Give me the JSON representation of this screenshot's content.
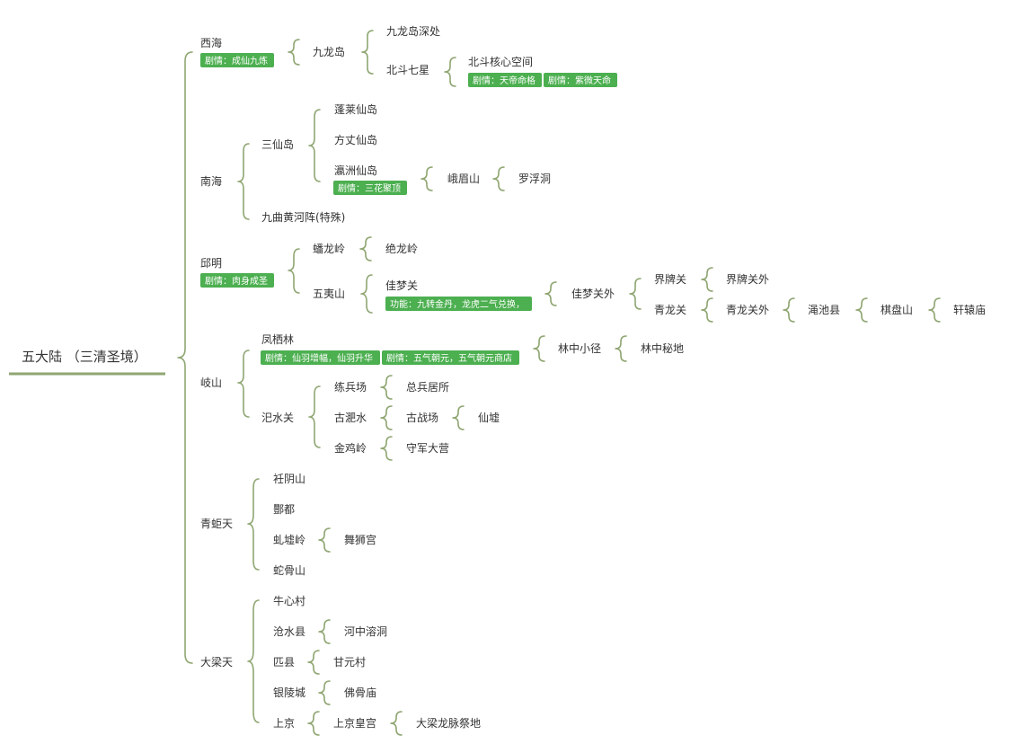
{
  "colors": {
    "connector": "#8fa672",
    "badge": "#4caf50",
    "text": "#333333"
  },
  "nodes": {
    "root": "五大陆 （三清圣境）",
    "xihai": "西海",
    "jiulongdao": "九龙岛",
    "jiulongdao_shenchu": "九龙岛深处",
    "beidou_qixing": "北斗七星",
    "beidou_hexin": "北斗核心空间",
    "nanhai": "南海",
    "sanxiandao": "三仙岛",
    "penglai": "蓬莱仙岛",
    "fangzhang": "方丈仙岛",
    "yingzhou": "瀛洲仙岛",
    "emeishan": "峨眉山",
    "luofudong": "罗浮洞",
    "jiuqu": "九曲黄河阵(特殊)",
    "qiming": "邱明",
    "panlongling": "蟠龙岭",
    "juelongling": "绝龙岭",
    "wuyishan": "五夷山",
    "jiamengguan": "佳梦关",
    "jiamengguan_wai": "佳梦关外",
    "jiepaiguan": "界牌关",
    "jiepaiguan_wai": "界牌关外",
    "qinglongguan": "青龙关",
    "qinglongguan_wai": "青龙关外",
    "mianchixian": "渑池县",
    "qipanshan": "棋盘山",
    "xuanyuanmiao": "轩辕庙",
    "qishan": "岐山",
    "fengqilin": "凤栖林",
    "linzhong_xiaojing": "林中小径",
    "linzhong_midi": "林中秘地",
    "sishuiguan": "汜水关",
    "lianbingchang": "练兵场",
    "zongbing_jusuo": "总兵居所",
    "gufeishui": "古淝水",
    "guzhanchang": "古战场",
    "xianxu": "仙墟",
    "jinjiling": "金鸡岭",
    "shoujun_daying": "守军大营",
    "qingzhitian": "青蚷天",
    "qiyinshan": "衽阴山",
    "fengdu": "酆都",
    "qiuxuling": "虬墟岭",
    "wushigong": "舞狮宫",
    "shegushan": "蛇骨山",
    "daliangtian": "大梁天",
    "niuxincun": "牛心村",
    "cangshuixian": "沧水县",
    "hezhong_rongdong": "河中溶洞",
    "pixian": "匹县",
    "ganyuancun": "甘元村",
    "yinlingcheng": "银陵城",
    "fogumiao": "佛骨庙",
    "shangjing": "上京",
    "shangjing_huanggong": "上京皇宫",
    "daliang_longmai": "大梁龙脉祭地"
  },
  "badges": {
    "xihai": "剧情：成仙九炼",
    "beidou_1": "剧情：天帝命格",
    "beidou_2": "剧情：紫微天命",
    "yingzhou": "剧情：三花聚顶",
    "qiming": "剧情：肉身成圣",
    "jiamengguan": "功能：九转金丹，龙虎二气兑换，",
    "fengqilin_1": "剧情：仙羽增幅，仙羽升华",
    "fengqilin_2": "剧情：五气朝元，五气朝元商店"
  }
}
